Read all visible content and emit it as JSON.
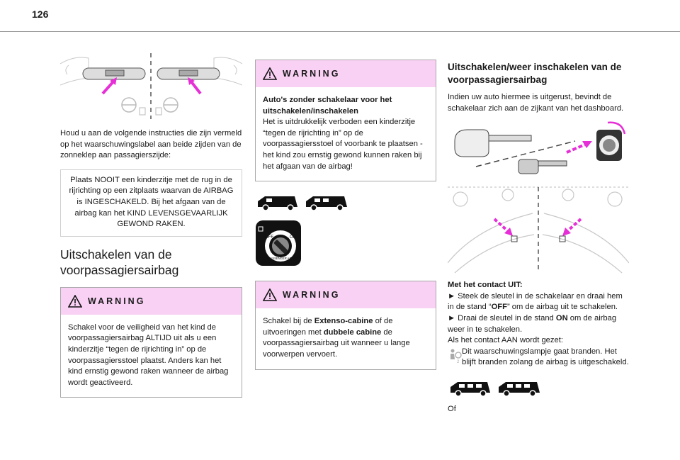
{
  "page": {
    "number": "126"
  },
  "left": {
    "intro": "Houd u aan de volgende instructies die zijn vermeld op het waarschuwingslabel aan beide zijden van de zonneklep aan passagierszijde:",
    "boxed_note": "Plaats NOOIT een kinderzitje met de rug in de rijrichting op een zitplaats waarvan de AIRBAG is INGESCHAKELD. Bij het afgaan van de airbag kan het KIND LEVENSGEVAARLIJK GEWOND RAKEN.",
    "heading": "Uitschakelen van de voorpassagiersairbag",
    "warning": {
      "title": "WARNING",
      "body": "Schakel voor de veiligheid van het kind de voorpassagiersairbag ALTIJD uit als u een kinderzitje “tegen de rijrichting in” op de voorpassagiersstoel plaatst. Anders kan het kind ernstig gewond raken wanneer de airbag wordt geactiveerd."
    }
  },
  "middle": {
    "warning1": {
      "title": "WARNING",
      "bold_line": "Auto's zonder schakelaar voor het uitschakelen/inschakelen",
      "body": "Het is uitdrukkelijk verboden een kinderzitje “tegen de rijrichting in” op de voorpassagiersstoel of voorbank te plaatsen - het kind zou ernstig gewond kunnen raken bij het afgaan van de airbag!"
    },
    "switch_labels": {
      "off": "OFF",
      "on": "ON",
      "ring": "PASSENGER AIRBAG"
    },
    "warning2": {
      "title": "WARNING",
      "body_pre": "Schakel bij de ",
      "bold1": "Extenso-cabine",
      "body_mid": " of de uitvoeringen met ",
      "bold2": "dubbele cabine",
      "body_post": " de voorpassagiersairbag uit wanneer u lange voorwerpen vervoert."
    }
  },
  "right": {
    "heading": "Uitschakelen/weer inschakelen van de voorpassagiersairbag",
    "intro": "Indien uw auto hiermee is uitgerust, bevindt de schakelaar zich aan de zijkant van het dashboard.",
    "contact_off": "Met het contact UIT:",
    "step1_pre": "► Steek de sleutel in de schakelaar en draai hem in de stand “",
    "step1_bold": "OFF",
    "step1_post": "” om de airbag uit te schakelen.",
    "step2_pre": "► Draai de sleutel in de stand ",
    "step2_bold": "ON",
    "step2_post": " om de airbag weer in te schakelen.",
    "contact_on": "Als het contact AAN wordt gezet:",
    "lamp_text": "Dit waarschuwingslampje gaat branden. Het blijft branden zolang de airbag is uitgeschakeld.",
    "or": "Of"
  },
  "colors": {
    "warning_band": "#f9d1f4",
    "arrow": "#e62fd6",
    "rule": "#9a9a9a"
  },
  "icons": [
    "warning-triangle-icon",
    "airbag-off-lamp-icon",
    "van-icon",
    "airbag-switch-icon"
  ]
}
